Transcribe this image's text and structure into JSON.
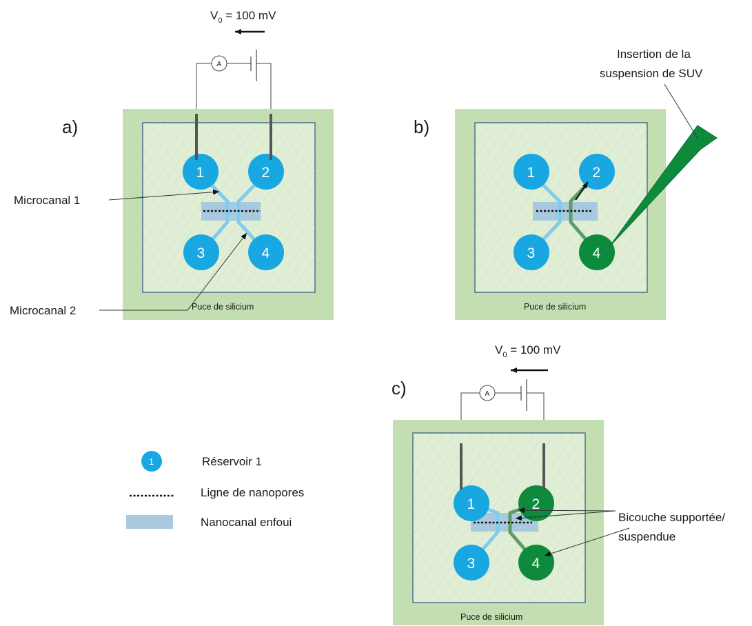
{
  "voltage": {
    "symbol": "V",
    "subscript": "0",
    "value_text": " = 100 mV"
  },
  "ammeter_label": "A",
  "panel_labels": {
    "a": "a)",
    "b": "b)",
    "c": "c)"
  },
  "chip_label": "Puce de silicium",
  "reservoir_numbers": [
    "1",
    "2",
    "3",
    "4"
  ],
  "annotations": {
    "microcanal_1": "Microcanal 1",
    "microcanal_2": "Microcanal 2",
    "insertion_line1": "Insertion de la",
    "insertion_line2": "suspension de SUV",
    "bicouche_line1": "Bicouche supportée/",
    "bicouche_line2": "suspendue"
  },
  "legend": {
    "reservoir_number": "1",
    "reservoir": "Réservoir 1",
    "nanopores": "Ligne de nanopores",
    "nanocanal": "Nanocanal enfoui"
  },
  "colors": {
    "reservoir_blue": "#18a7e0",
    "reservoir_green": "#0d8a3c",
    "chip_green": "#c3dfb2",
    "inner_green": "#dfeed5",
    "nanocanal": "#a9c9df",
    "microchannel_blue": "#82cbef",
    "microchannel_green": "#5e9c66"
  }
}
